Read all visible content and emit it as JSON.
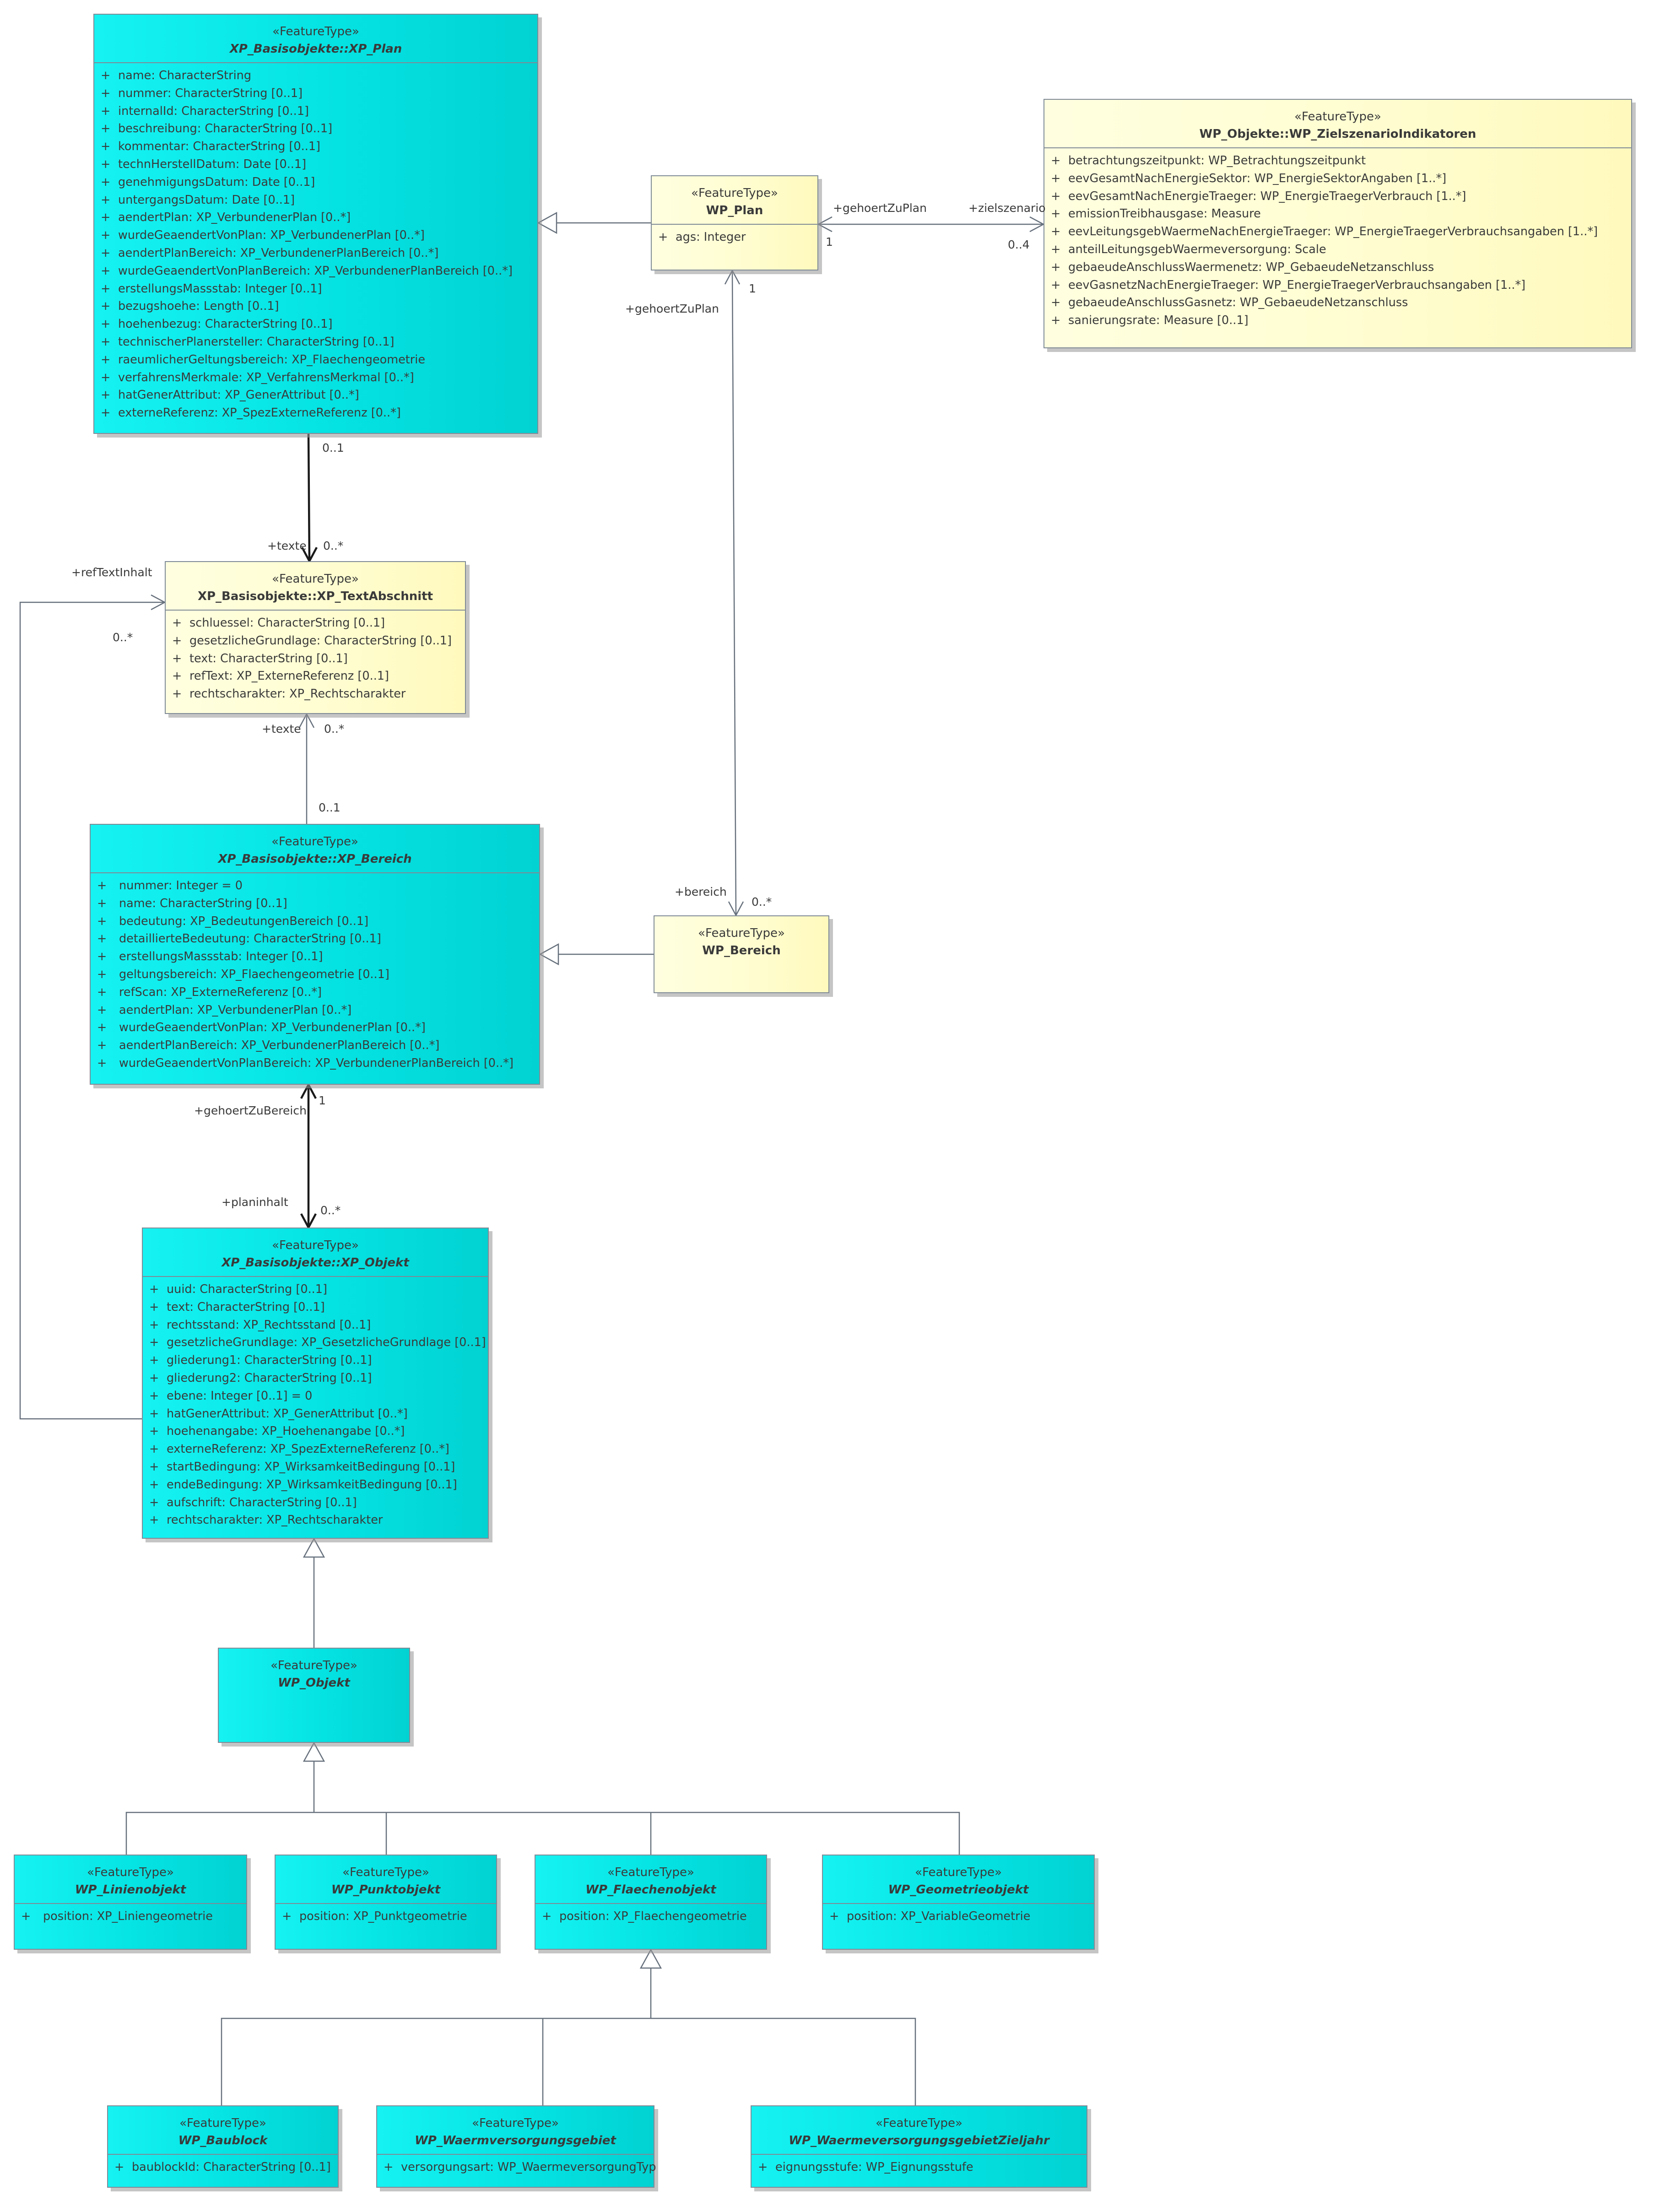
{
  "stereotype": "«FeatureType»",
  "classes": [
    {
      "id": "xp_plan",
      "name": "XP_Basisobjekte::XP_Plan",
      "abstract": true,
      "color": "cyan",
      "attributes": [
        {
          "vis": "+",
          "text": "name: CharacterString"
        },
        {
          "vis": "+",
          "text": "nummer: CharacterString [0..1]"
        },
        {
          "vis": "+",
          "text": "internalId: CharacterString [0..1]"
        },
        {
          "vis": "+",
          "text": "beschreibung: CharacterString [0..1]"
        },
        {
          "vis": "+",
          "text": "kommentar: CharacterString [0..1]"
        },
        {
          "vis": "+",
          "text": "technHerstellDatum: Date [0..1]"
        },
        {
          "vis": "+",
          "text": "genehmigungsDatum: Date [0..1]"
        },
        {
          "vis": "+",
          "text": "untergangsDatum: Date [0..1]"
        },
        {
          "vis": "+",
          "text": "aendertPlan: XP_VerbundenerPlan [0..*]"
        },
        {
          "vis": "+",
          "text": "wurdeGeaendertVonPlan: XP_VerbundenerPlan [0..*]"
        },
        {
          "vis": "+",
          "text": "aendertPlanBereich: XP_VerbundenerPlanBereich [0..*]"
        },
        {
          "vis": "+",
          "text": "wurdeGeaendertVonPlanBereich: XP_VerbundenerPlanBereich [0..*]"
        },
        {
          "vis": "+",
          "text": "erstellungsMassstab: Integer [0..1]"
        },
        {
          "vis": "+",
          "text": "bezugshoehe: Length [0..1]"
        },
        {
          "vis": "+",
          "text": "hoehenbezug: CharacterString [0..1]"
        },
        {
          "vis": "+",
          "text": "technischerPlanersteller: CharacterString [0..1]"
        },
        {
          "vis": "+",
          "text": "raeumlicherGeltungsbereich: XP_Flaechengeometrie"
        },
        {
          "vis": "+",
          "text": "verfahrensMerkmale: XP_VerfahrensMerkmal [0..*]"
        },
        {
          "vis": "+",
          "text": "hatGenerAttribut: XP_GenerAttribut [0..*]"
        },
        {
          "vis": "+",
          "text": "externeReferenz: XP_SpezExterneReferenz [0..*]"
        }
      ]
    },
    {
      "id": "wp_plan",
      "name": "WP_Plan",
      "abstract": false,
      "color": "yellow",
      "attributes": [
        {
          "vis": "+",
          "text": "ags: Integer"
        }
      ]
    },
    {
      "id": "wp_ziel",
      "name": "WP_Objekte::WP_ZielszenarioIndikatoren",
      "abstract": false,
      "color": "yellow",
      "attributes": [
        {
          "vis": "+",
          "text": "betrachtungszeitpunkt: WP_Betrachtungszeitpunkt"
        },
        {
          "vis": "+",
          "text": "eevGesamtNachEnergieSektor: WP_EnergieSektorAngaben [1..*]"
        },
        {
          "vis": "+",
          "text": "eevGesamtNachEnergieTraeger: WP_EnergieTraegerVerbrauch [1..*]"
        },
        {
          "vis": "+",
          "text": "emissionTreibhausgase: Measure"
        },
        {
          "vis": "+",
          "text": "eevLeitungsgebWaermeNachEnergieTraeger: WP_EnergieTraegerVerbrauchsangaben [1..*]"
        },
        {
          "vis": "+",
          "text": "anteilLeitungsgebWaermeversorgung: Scale"
        },
        {
          "vis": "+",
          "text": "gebaeudeAnschlussWaermenetz: WP_GebaeudeNetzanschluss"
        },
        {
          "vis": "+",
          "text": "eevGasnetzNachEnergieTraeger: WP_EnergieTraegerVerbrauchsangaben [1..*]"
        },
        {
          "vis": "+",
          "text": "gebaeudeAnschlussGasnetz: WP_GebaeudeNetzanschluss"
        },
        {
          "vis": "+",
          "text": "sanierungsrate: Measure [0..1]"
        }
      ]
    },
    {
      "id": "xp_text",
      "name": "XP_Basisobjekte::XP_TextAbschnitt",
      "abstract": false,
      "color": "yellow",
      "attributes": [
        {
          "vis": "+",
          "text": "schluessel: CharacterString [0..1]"
        },
        {
          "vis": "+",
          "text": "gesetzlicheGrundlage: CharacterString [0..1]"
        },
        {
          "vis": "+",
          "text": "text: CharacterString [0..1]"
        },
        {
          "vis": "+",
          "text": "refText: XP_ExterneReferenz [0..1]"
        },
        {
          "vis": "+",
          "text": "rechtscharakter: XP_Rechtscharakter"
        }
      ]
    },
    {
      "id": "xp_bereich",
      "name": "XP_Basisobjekte::XP_Bereich",
      "abstract": true,
      "color": "cyan",
      "attributes": [
        {
          "vis": "+",
          "text": "nummer: Integer = 0"
        },
        {
          "vis": "+",
          "text": "name: CharacterString [0..1]"
        },
        {
          "vis": "+",
          "text": "bedeutung: XP_BedeutungenBereich [0..1]"
        },
        {
          "vis": "+",
          "text": "detaillierteBedeutung: CharacterString [0..1]"
        },
        {
          "vis": "+",
          "text": "erstellungsMassstab: Integer [0..1]"
        },
        {
          "vis": "+",
          "text": "geltungsbereich: XP_Flaechengeometrie [0..1]"
        },
        {
          "vis": "+",
          "text": "refScan: XP_ExterneReferenz [0..*]"
        },
        {
          "vis": "+",
          "text": "aendertPlan: XP_VerbundenerPlan [0..*]"
        },
        {
          "vis": "+",
          "text": "wurdeGeaendertVonPlan: XP_VerbundenerPlan [0..*]"
        },
        {
          "vis": "+",
          "text": "aendertPlanBereich: XP_VerbundenerPlanBereich [0..*]"
        },
        {
          "vis": "+",
          "text": "wurdeGeaendertVonPlanBereich: XP_VerbundenerPlanBereich [0..*]"
        }
      ]
    },
    {
      "id": "wp_bereich",
      "name": "WP_Bereich",
      "abstract": false,
      "color": "yellow",
      "attributes": []
    },
    {
      "id": "xp_objekt",
      "name": "XP_Basisobjekte::XP_Objekt",
      "abstract": true,
      "color": "cyan",
      "attributes": [
        {
          "vis": "+",
          "text": "uuid: CharacterString [0..1]"
        },
        {
          "vis": "+",
          "text": "text: CharacterString [0..1]"
        },
        {
          "vis": "+",
          "text": "rechtsstand: XP_Rechtsstand [0..1]"
        },
        {
          "vis": "+",
          "text": "gesetzlicheGrundlage: XP_GesetzlicheGrundlage [0..1]"
        },
        {
          "vis": "+",
          "text": "gliederung1: CharacterString [0..1]"
        },
        {
          "vis": "+",
          "text": "gliederung2: CharacterString [0..1]"
        },
        {
          "vis": "+",
          "text": "ebene: Integer [0..1] = 0"
        },
        {
          "vis": "+",
          "text": "hatGenerAttribut: XP_GenerAttribut [0..*]"
        },
        {
          "vis": "+",
          "text": "hoehenangabe: XP_Hoehenangabe [0..*]"
        },
        {
          "vis": "+",
          "text": "externeReferenz: XP_SpezExterneReferenz [0..*]"
        },
        {
          "vis": "+",
          "text": "startBedingung: XP_WirksamkeitBedingung [0..1]"
        },
        {
          "vis": "+",
          "text": "endeBedingung: XP_WirksamkeitBedingung [0..1]"
        },
        {
          "vis": "+",
          "text": "aufschrift: CharacterString [0..1]"
        },
        {
          "vis": "+",
          "text": "rechtscharakter: XP_Rechtscharakter"
        }
      ]
    },
    {
      "id": "wp_objekt",
      "name": "WP_Objekt",
      "abstract": true,
      "color": "cyan",
      "attributes": []
    },
    {
      "id": "wp_linien",
      "name": "WP_Linienobjekt",
      "abstract": true,
      "color": "cyan",
      "attributes": [
        {
          "vis": "+",
          "text": "position: XP_Liniengeometrie"
        }
      ]
    },
    {
      "id": "wp_punkt",
      "name": "WP_Punktobjekt",
      "abstract": true,
      "color": "cyan",
      "attributes": [
        {
          "vis": "+",
          "text": "position: XP_Punktgeometrie"
        }
      ]
    },
    {
      "id": "wp_flaeche",
      "name": "WP_Flaechenobjekt",
      "abstract": true,
      "color": "cyan",
      "attributes": [
        {
          "vis": "+",
          "text": "position: XP_Flaechengeometrie"
        }
      ]
    },
    {
      "id": "wp_geom",
      "name": "WP_Geometrieobjekt",
      "abstract": true,
      "color": "cyan",
      "attributes": [
        {
          "vis": "+",
          "text": "position: XP_VariableGeometrie"
        }
      ]
    },
    {
      "id": "wp_baublock",
      "name": "WP_Baublock",
      "abstract": true,
      "color": "cyan",
      "attributes": [
        {
          "vis": "+",
          "text": "baublockId: CharacterString [0..1]"
        }
      ]
    },
    {
      "id": "wp_waermeg",
      "name": "WP_Waermversorgungsgebiet",
      "abstract": true,
      "color": "cyan",
      "attributes": [
        {
          "vis": "+",
          "text": "versorgungsart: WP_WaermeversorgungTyp"
        }
      ]
    },
    {
      "id": "wp_waermez",
      "name": "WP_WaermeversorgungsgebietZieljahr",
      "abstract": true,
      "color": "cyan",
      "attributes": [
        {
          "vis": "+",
          "text": "eignungsstufe: WP_Eignungsstufe"
        }
      ]
    }
  ],
  "labels": {
    "plan_ziel_role": "+gehoertZuPlan",
    "plan_ziel_mult": "1",
    "ziel_role": "+zielszenario",
    "ziel_mult": "0..4",
    "plan_bereich_role": "+gehoertZuPlan",
    "plan_bereich_mult": "1",
    "bereich_role": "+bereich",
    "bereich_mult": "0..*",
    "xpplan_mult": "0..1",
    "texte_role_1": "+texte",
    "texte_mult_1": "0..*",
    "reftext_role": "+refTextInhalt",
    "reftext_mult": "0..*",
    "texte_role_2": "+texte",
    "texte_mult_2": "0..*",
    "xpbereich_texte_mult": "0..1",
    "gehoertzubereich_role": "+gehoertZuBereich",
    "gehoertzubereich_mult": "1",
    "planinhalt_role": "+planinhalt",
    "planinhalt_mult": "0..*"
  }
}
